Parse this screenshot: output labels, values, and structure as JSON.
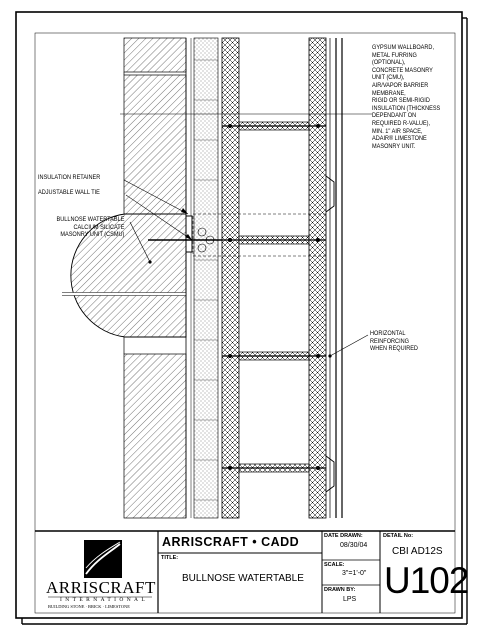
{
  "notes": {
    "assembly": [
      "GYPSUM WALLBOARD,",
      "METAL FURRING",
      "(OPTIONAL),",
      "CONCRETE MASONRY",
      "UNIT (CMU),",
      "AIR/VAPOR BARRIER",
      "MEMBRANE,",
      "RIGID OR SEMI-RIGID",
      "INSULATION (THICKNESS",
      "DEPENDANT ON",
      "REQUIRED R-VALUE),",
      "MIN. 1\" AIR SPACE,",
      "ADAIR® LIMESTONE",
      "MASONRY UNIT."
    ],
    "insulation_retainer": "INSULATION RETAINER",
    "wall_tie": "ADJUSTABLE WALL TIE",
    "csmu": [
      "BULLNOSE WATERTABLE",
      "CALCIUM SILICATE",
      "MASONRY UNIT (CSMU)"
    ],
    "reinforcing": [
      "HORIZONTAL",
      "REINFORCING",
      "WHEN REQUIRED"
    ]
  },
  "title_block": {
    "logo_word": "ARRISCRAFT",
    "logo_sub": "INTERNATIONAL",
    "logo_tag": "BUILDING STONE · BRICK · LIMESTONE",
    "company": "ARRISCRAFT • CADD",
    "title_label": "TITLE:",
    "title": "BULLNOSE WATERTABLE",
    "date_label": "DATE DRAWN:",
    "date": "08/30/04",
    "scale_label": "SCALE:",
    "scale": "3\"=1'-0\"",
    "drawn_label": "DRAWN BY:",
    "drawn": "LPS",
    "detail_label": "DETAIL No:",
    "detail_code": "CBI AD12S",
    "detail_number": "U102"
  }
}
